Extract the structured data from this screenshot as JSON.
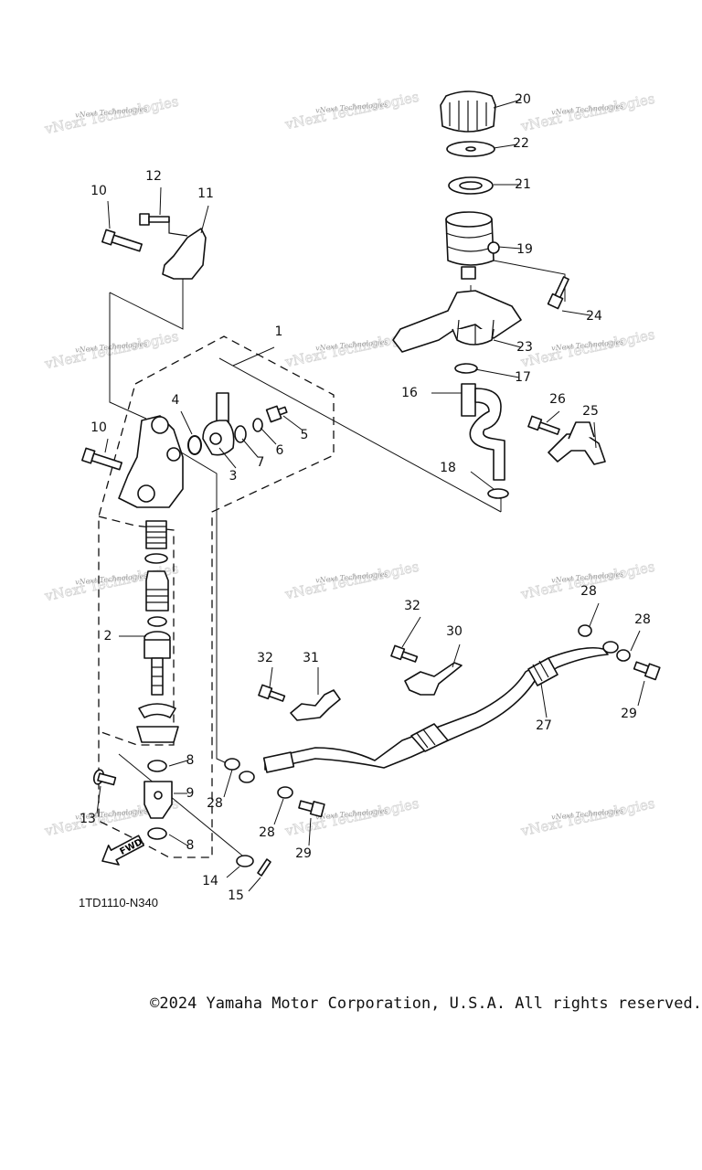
{
  "diagram": {
    "code": "1TD1110-N340",
    "fwd_label": "FWD",
    "watermark": "vNext Technologies",
    "labels": [
      "1",
      "2",
      "3",
      "4",
      "5",
      "6",
      "7",
      "8",
      "8",
      "9",
      "10",
      "10",
      "11",
      "12",
      "13",
      "14",
      "15",
      "16",
      "17",
      "18",
      "19",
      "20",
      "21",
      "22",
      "23",
      "24",
      "25",
      "26",
      "27",
      "28",
      "28",
      "28",
      "28",
      "29",
      "29",
      "30",
      "31",
      "32",
      "32"
    ]
  },
  "footer": {
    "copyright": "©2024 Yamaha Motor Corporation, U.S.A. All rights reserved."
  }
}
